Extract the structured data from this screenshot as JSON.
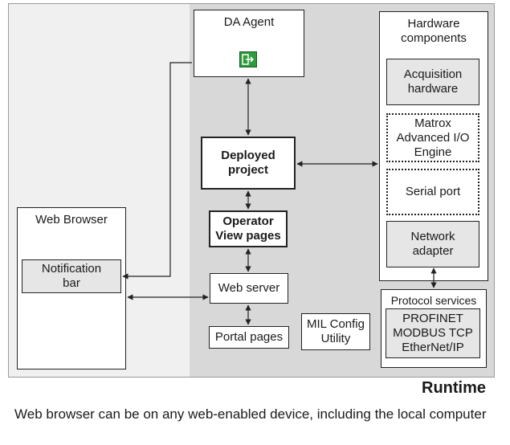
{
  "diagram": {
    "da_agent": "DA Agent",
    "hardware_title": "Hardware components",
    "acquisition": "Acquisition hardware",
    "matrox_engine": "Matrox Advanced I/O Engine",
    "serial_port": "Serial port",
    "network_adapter": "Network adapter",
    "deployed_project": "Deployed project",
    "operator_view": "Operator View pages",
    "web_server": "Web server",
    "portal_pages": "Portal pages",
    "mil_config": "MIL Config Utility",
    "web_browser": "Web Browser",
    "notification_bar": "Notification bar",
    "protocol_title": "Protocol services",
    "protocols": [
      "PROFINET",
      "MODBUS TCP",
      "EtherNet/IP"
    ],
    "runtime": "Runtime"
  },
  "caption": "Web browser can be on any web-enabled device, including the local computer",
  "colors": {
    "runtime_bg": "#d8d8d8",
    "outer_bg": "#f0f0f0",
    "grey_box": "#e6e6e6",
    "icon_green": "#2e9b3c"
  }
}
